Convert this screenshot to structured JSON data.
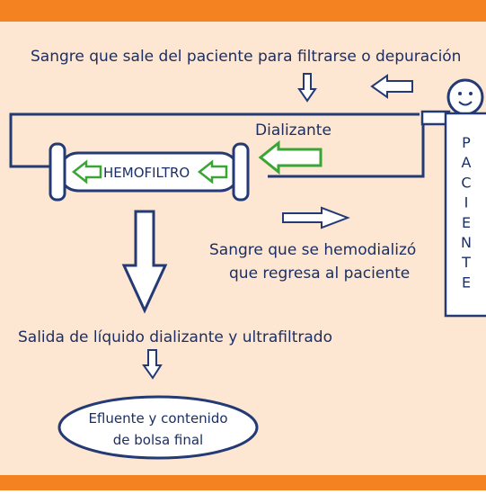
{
  "diagram": {
    "top_caption": "Sangre que sale del paciente para filtrarse o depuración",
    "dialysate_label": "Dializante",
    "filter_label": "HEMOFILTRO",
    "return_caption_line1": "Sangre que se hemodializó",
    "return_caption_line2": "que regresa al paciente",
    "output_caption": "Salida de líquido dializante y ultrafiltrado",
    "final_line1": "Efluente y contenido",
    "final_line2": "de bolsa final",
    "patient_letters": [
      "P",
      "A",
      "C",
      "I",
      "E",
      "N",
      "T",
      "E"
    ]
  },
  "colors": {
    "band": "#f58220",
    "background": "#fde6d2",
    "line": "#233a74",
    "arrow_fill": "#ffffff",
    "green_arrow": "#3aa535"
  }
}
